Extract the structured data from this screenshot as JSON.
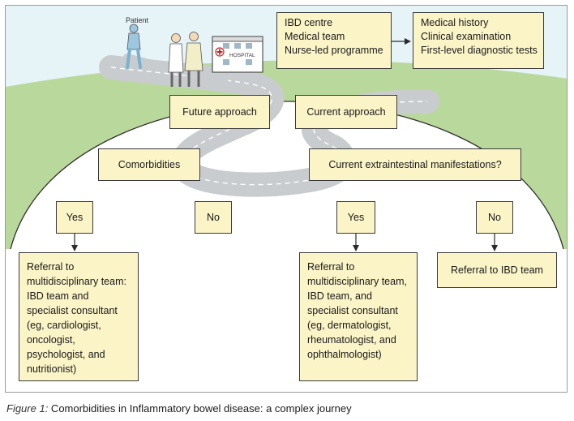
{
  "scene": {
    "patient_label": "Patient",
    "hospital_sign": "HOSPITAL"
  },
  "boxes": {
    "ibd_centre": [
      "IBD centre",
      "Medical team",
      "Nurse-led programme"
    ],
    "medical_history": [
      "Medical history",
      "Clinical examination",
      "First-level diagnostic tests"
    ],
    "future_approach": "Future approach",
    "current_approach": "Current approach",
    "comorbidities": "Comorbidities",
    "extraintestinal": "Current extraintestinal manifestations?",
    "yes_left": "Yes",
    "no_left": "No",
    "yes_right": "Yes",
    "no_right": "No",
    "referral_left": [
      "Referral to",
      "multidisciplinary team:",
      "IBD team and",
      "specialist consultant",
      "(eg, cardiologist,",
      "oncologist,",
      "psychologist, and",
      "nutritionist)"
    ],
    "referral_right": [
      "Referral to",
      "multidisciplinary team,",
      "IBD team, and",
      "specialist consultant",
      "(eg, dermatologist,",
      "rheumatologist, and",
      "ophthalmologist)"
    ],
    "referral_ibd": "Referral to IBD team"
  },
  "caption": {
    "figure_label": "Figure 1:",
    "text": " Comorbidities in Inflammatory bowel disease: a complex journey"
  },
  "colors": {
    "sky": "#e6f3f7",
    "hill": "#b7d99a",
    "road": "#c9ccce",
    "box_fill": "#fbf4c7"
  }
}
